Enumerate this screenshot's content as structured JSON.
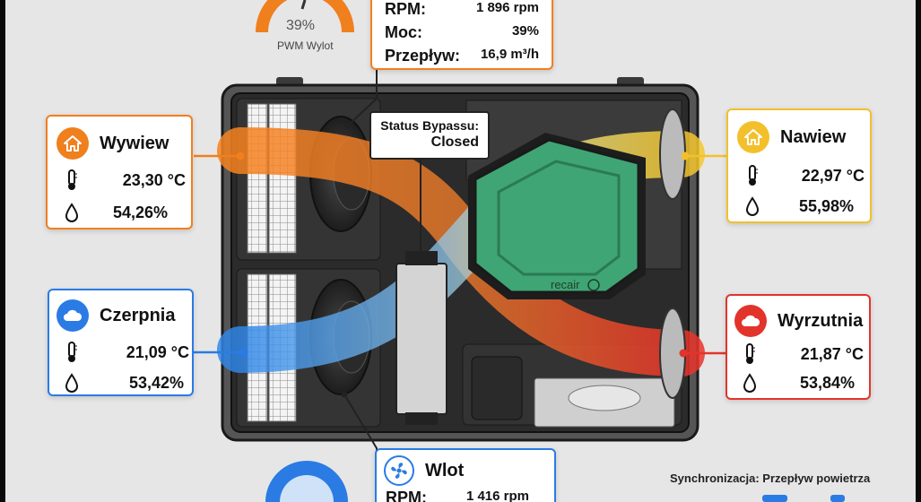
{
  "fan_out": {
    "rpm_label": "RPM:",
    "rpm_value": "1 896 rpm",
    "power_label": "Moc:",
    "power_value": "39%",
    "flow_label": "Przepływ:",
    "flow_value": "16,9 m³/h",
    "gauge_percent": "39%",
    "gauge_label": "PWM Wylot",
    "level": 0.39,
    "color": "#f07f1e"
  },
  "fan_in": {
    "title": "Wlot",
    "rpm_label": "RPM:",
    "rpm_value": "1 416 rpm",
    "color": "#2a7be4"
  },
  "bypass": {
    "label": "Status Bypassu:",
    "value": "Closed"
  },
  "ports": {
    "wywiew": {
      "title": "Wywiew",
      "temp": "23,30 °C",
      "humidity": "54,26%",
      "icon": "home-icon",
      "color": "#f07f1e"
    },
    "czerpnia": {
      "title": "Czerpnia",
      "temp": "21,09 °C",
      "humidity": "53,42%",
      "icon": "cloud-icon",
      "color": "#2a7be4"
    },
    "nawiew": {
      "title": "Nawiew",
      "temp": "22,97 °C",
      "humidity": "55,98%",
      "icon": "home-icon",
      "color": "#f3c02b"
    },
    "wyrzutnia": {
      "title": "Wyrzutnia",
      "temp": "21,87 °C",
      "humidity": "53,84%",
      "icon": "cloud-icon",
      "color": "#e2342b"
    }
  },
  "exchanger_brand": "recair",
  "sync_label": "Synchronizacja: Przepływ powietrza"
}
